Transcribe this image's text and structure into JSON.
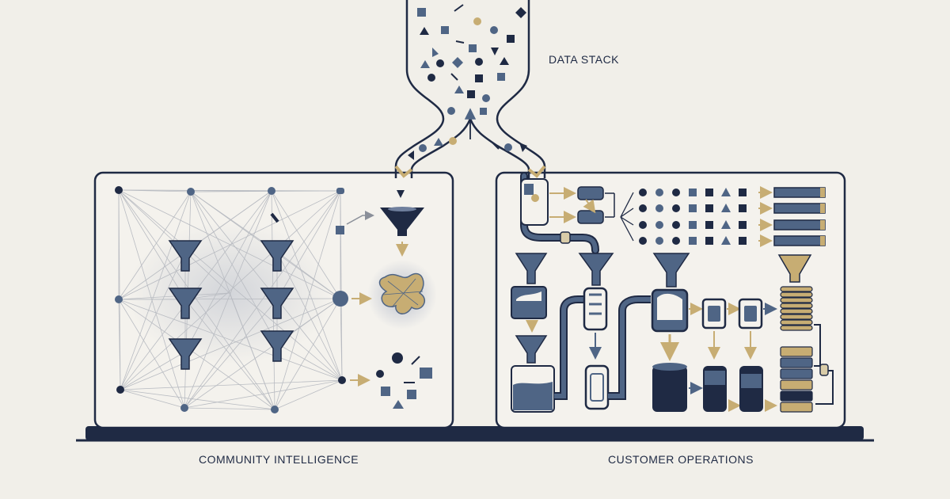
{
  "labels": {
    "data_stack": "DATA STACK",
    "community_intelligence": "COMMUNITY INTELLIGENCE",
    "customer_operations": "CUSTOMER OPERATIONS"
  },
  "colors": {
    "background": "#f1efe9",
    "navy": "#1f2a44",
    "slate": "#4f6585",
    "gold": "#c7ad73",
    "panel": "#f4f2ed",
    "network_line": "#b9bcc2"
  }
}
